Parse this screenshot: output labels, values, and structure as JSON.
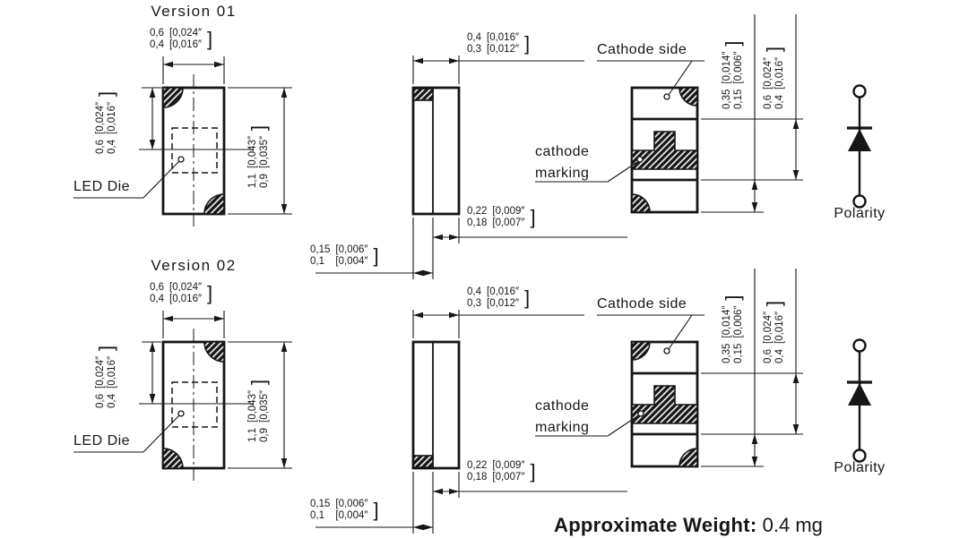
{
  "page": {
    "background": "#ffffff",
    "line_color": "#161616",
    "weight_label": "Approximate Weight:",
    "weight_value": "0.4 mg"
  },
  "notation": {
    "open_bracket": "[",
    "close_bracket": "]",
    "inch_mark": "″"
  },
  "versions": [
    {
      "title": "Version 01",
      "labels": {
        "led_die": "LED Die",
        "cathode_side": "Cathode side",
        "cathode_marking": "cathode\nmarking",
        "polarity": "Polarity"
      },
      "dims": {
        "top_width": {
          "mm": [
            "0,6",
            "0,4"
          ],
          "in": [
            "0,024",
            "0,016"
          ]
        },
        "die_offset": {
          "mm": [
            "0,6",
            "0,4"
          ],
          "in": [
            "0,024",
            "0,016"
          ]
        },
        "body_length": {
          "mm": [
            "1,1",
            "0,9"
          ],
          "in": [
            "0,043",
            "0,035"
          ]
        },
        "side_width": {
          "mm": [
            "0,4",
            "0,3"
          ],
          "in": [
            "0,016",
            "0,012"
          ]
        },
        "terminal_gap": {
          "mm": [
            "0,22",
            "0,18"
          ],
          "in": [
            "0,009",
            "0,007"
          ]
        },
        "terminal_thickness": {
          "mm": [
            "0,15",
            "0,1"
          ],
          "in": [
            "0,006",
            "0,004"
          ]
        },
        "cathode_band": {
          "mm": [
            "0,35",
            "0,15"
          ],
          "in": [
            "0,014",
            "0,006"
          ]
        },
        "body_band": {
          "mm": [
            "0,6",
            "0,4"
          ],
          "in": [
            "0,024",
            "0,016"
          ]
        }
      }
    },
    {
      "title": "Version 02",
      "labels": {
        "led_die": "LED Die",
        "cathode_side": "Cathode side",
        "cathode_marking": "cathode\nmarking",
        "polarity": "Polarity"
      },
      "dims": {
        "top_width": {
          "mm": [
            "0,6",
            "0,4"
          ],
          "in": [
            "0,024",
            "0,016"
          ]
        },
        "die_offset": {
          "mm": [
            "0,6",
            "0,4"
          ],
          "in": [
            "0,024",
            "0,016"
          ]
        },
        "body_length": {
          "mm": [
            "1,1",
            "0,9"
          ],
          "in": [
            "0,043",
            "0,035"
          ]
        },
        "side_width": {
          "mm": [
            "0,4",
            "0,3"
          ],
          "in": [
            "0,016",
            "0,012"
          ]
        },
        "terminal_gap": {
          "mm": [
            "0,22",
            "0,18"
          ],
          "in": [
            "0,009",
            "0,007"
          ]
        },
        "terminal_thickness": {
          "mm": [
            "0,15",
            "0,1"
          ],
          "in": [
            "0,006",
            "0,004"
          ]
        },
        "cathode_band": {
          "mm": [
            "0,35",
            "0,15"
          ],
          "in": [
            "0,014",
            "0,006"
          ]
        },
        "body_band": {
          "mm": [
            "0,6",
            "0,4"
          ],
          "in": [
            "0,024",
            "0,016"
          ]
        }
      }
    }
  ]
}
